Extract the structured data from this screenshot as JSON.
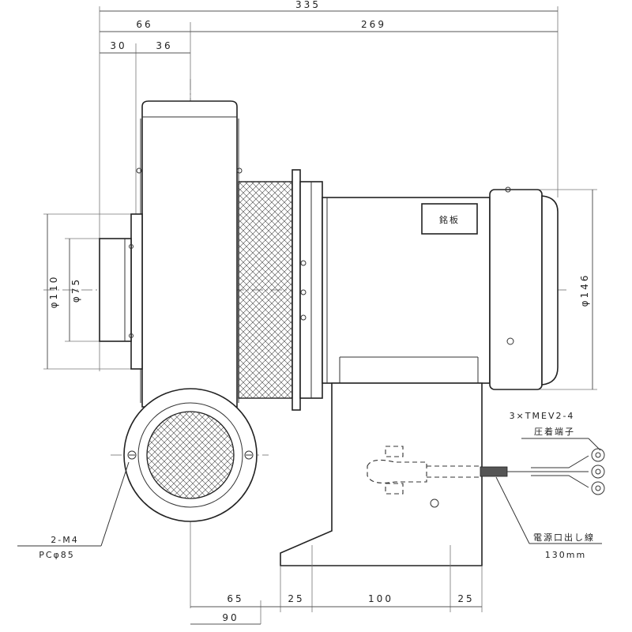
{
  "dimensions": {
    "overall": "335",
    "inlet_offset": "66",
    "motor_length": "269",
    "inlet_a": "30",
    "inlet_b": "36",
    "dia_110": "φ110",
    "dia_75": "φ75",
    "dia_146": "φ146",
    "base_65": "65",
    "base_25_left": "25",
    "base_100": "100",
    "base_25_right": "25",
    "base_90": "90"
  },
  "labels": {
    "nameplate": "銘板",
    "terminal_spec": "3×TMEV2-4",
    "terminal_name": "圧着端子",
    "mount_spec": "2-M4",
    "mount_pcd": "PCφ85",
    "cable_name": "電源口出し線",
    "cable_length": "130mm"
  }
}
